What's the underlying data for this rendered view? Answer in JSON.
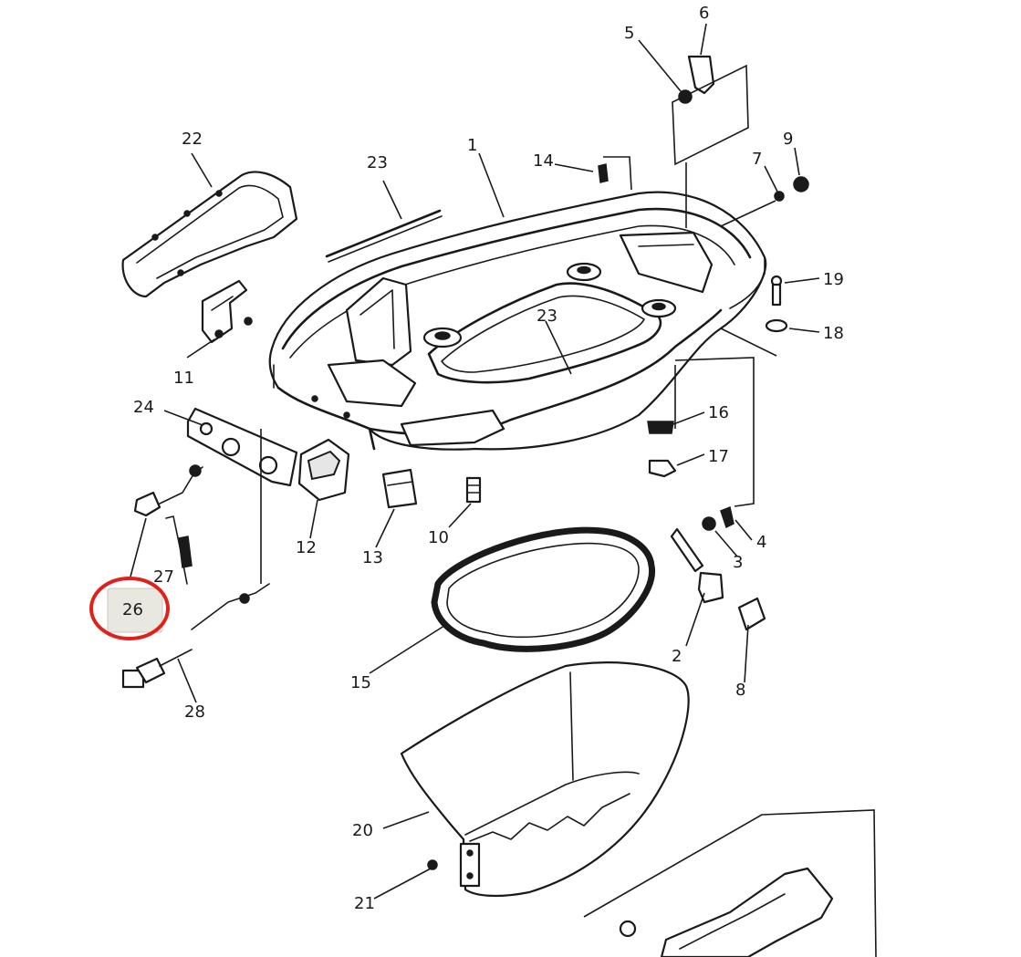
{
  "diagram": {
    "part_labels": [
      "1",
      "2",
      "3",
      "4",
      "5",
      "6",
      "7",
      "8",
      "9",
      "10",
      "11",
      "12",
      "13",
      "14",
      "15",
      "16",
      "17",
      "18",
      "19",
      "20",
      "21",
      "22",
      "23",
      "23",
      "24",
      "26",
      "27",
      "28"
    ],
    "highlight": {
      "label": "26",
      "ring_color": "#e0201b",
      "box_color": "#e8e8e0"
    }
  }
}
